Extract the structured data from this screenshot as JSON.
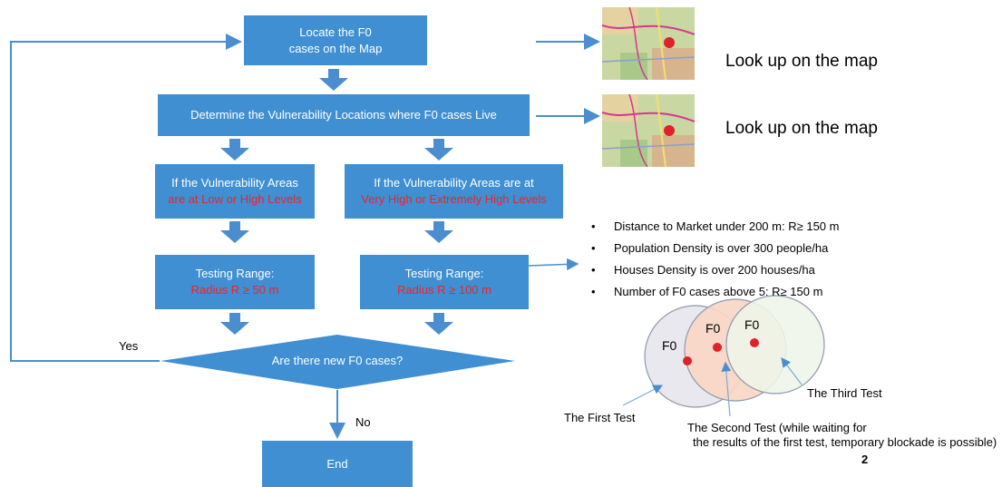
{
  "flow": {
    "locate": [
      "Locate the F0",
      "cases on the Map"
    ],
    "determine": "Determine the Vulnerability Locations where F0 cases Live",
    "left_condition": {
      "line1": "If the Vulnerability Areas",
      "line2": "are at  Low or High Levels"
    },
    "right_condition": {
      "line1": "If the Vulnerability Areas are at",
      "line2": "Very High or Extremely High Levels"
    },
    "left_range": {
      "line1": "Testing Range:",
      "line2": "Radius R ≥ 50 m"
    },
    "right_range": {
      "line1": "Testing Range:",
      "line2": "Radius R ≥ 100 m"
    },
    "decision": "Are there new F0 cases?",
    "yes_label": "Yes",
    "no_label": "No",
    "end": "End"
  },
  "maps": {
    "label_1": "Look up on the map",
    "label_2": "Look up on the map"
  },
  "criteria": [
    "Distance to Market under 200 m: R≥ 150 m",
    "Population Density is over 300 people/ha",
    "Houses Density is over 200 houses/ha",
    "Number of F0 cases above 5: R≥ 150 m"
  ],
  "tests": {
    "f0_1": "F0",
    "f0_2": "F0",
    "f0_3": "F0",
    "first": "The First Test",
    "second_line1": "The Second Test (while waiting for",
    "second_line2": "the results of the first test, temporary blockade is possible)",
    "third": "The Third Test"
  },
  "page_number": "2",
  "colors": {
    "box": "#3f8fd2",
    "arrow": "#4a8ed0",
    "red_text": "#e8262e",
    "circle1": "#e8e8ee",
    "circle2": "#f7d6c6",
    "circle3": "#eef5e8",
    "dot": "#e0202a"
  }
}
